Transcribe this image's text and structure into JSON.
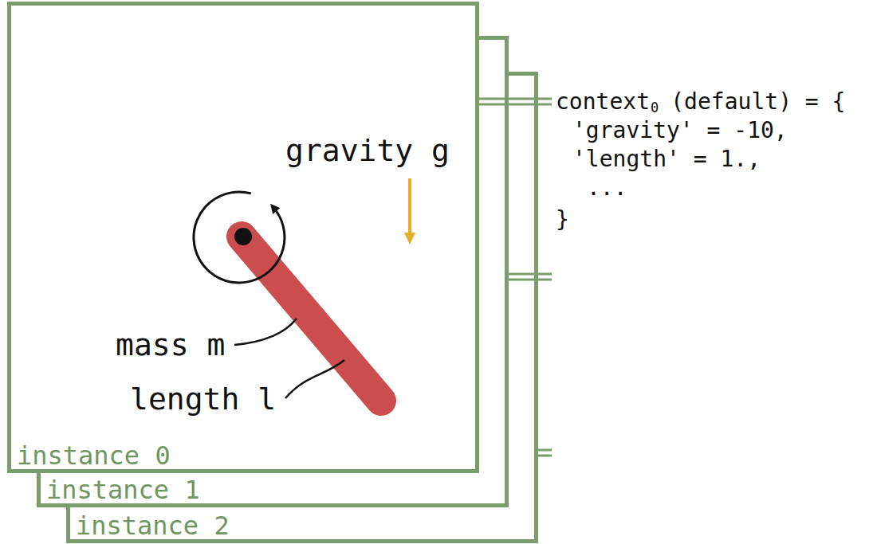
{
  "diagram": {
    "nodes": [
      {
        "text": [
          "instance 0"
        ]
      },
      {
        "text": [
          "instance 1"
        ]
      },
      {
        "text": [
          "instance 2"
        ]
      }
    ],
    "labels": [
      "gravity g",
      "mass m",
      "length l",
      "context",
      "0",
      "(default) = {",
      "'gravity' = -10,",
      "'length' = 1.,",
      "...",
      "}"
    ]
  }
}
